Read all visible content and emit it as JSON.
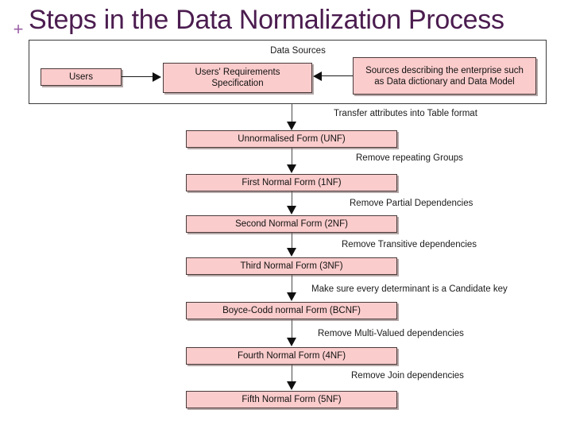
{
  "slide": {
    "plus_marker": "+",
    "title": "Steps in the Data Normalization Process"
  },
  "data_sources": {
    "group_label": "Data Sources",
    "users_box": "Users",
    "requirements_box_line1": "Users' Requirements",
    "requirements_box_line2": "Specification",
    "sources_box_line1": "Sources describing the enterprise such",
    "sources_box_line2": "as Data dictionary and  Data Model"
  },
  "flow": {
    "steps": [
      {
        "box": "Unnormalised Form (UNF)",
        "incoming_label": "Transfer attributes into Table format"
      },
      {
        "box": "First Normal Form (1NF)",
        "incoming_label": "Remove repeating Groups"
      },
      {
        "box": "Second Normal Form (2NF)",
        "incoming_label": "Remove Partial Dependencies"
      },
      {
        "box": "Third Normal Form (3NF)",
        "incoming_label": "Remove Transitive dependencies"
      },
      {
        "box": "Boyce-Codd normal Form (BCNF)",
        "incoming_label": "Make sure every determinant is a Candidate key"
      },
      {
        "box": "Fourth Normal Form (4NF)",
        "incoming_label": "Remove Multi-Valued dependencies"
      },
      {
        "box": "Fifth Normal Form (5NF)",
        "incoming_label": "Remove Join dependencies"
      }
    ]
  },
  "colors": {
    "title": "#4B1C4F",
    "plus": "#9B5FA6",
    "box_fill": "#FBCCCC",
    "box_border": "#4A3A3A",
    "connector": "#101010",
    "background": "#FFFFFF"
  }
}
